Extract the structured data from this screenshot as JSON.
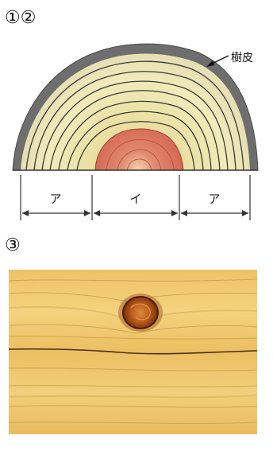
{
  "labels": {
    "top": "①②",
    "bottom": "③"
  },
  "diagram": {
    "bark_label": "樹皮",
    "segments": [
      "ア",
      "イ",
      "ア"
    ]
  },
  "colors": {
    "bark": "#6b6b6b",
    "sapwood": "#ece6a4",
    "heartwood": "#d76b5a",
    "ring_line": "#3a3a3a",
    "board": "#f0c36a",
    "knot": "#b8551c"
  }
}
